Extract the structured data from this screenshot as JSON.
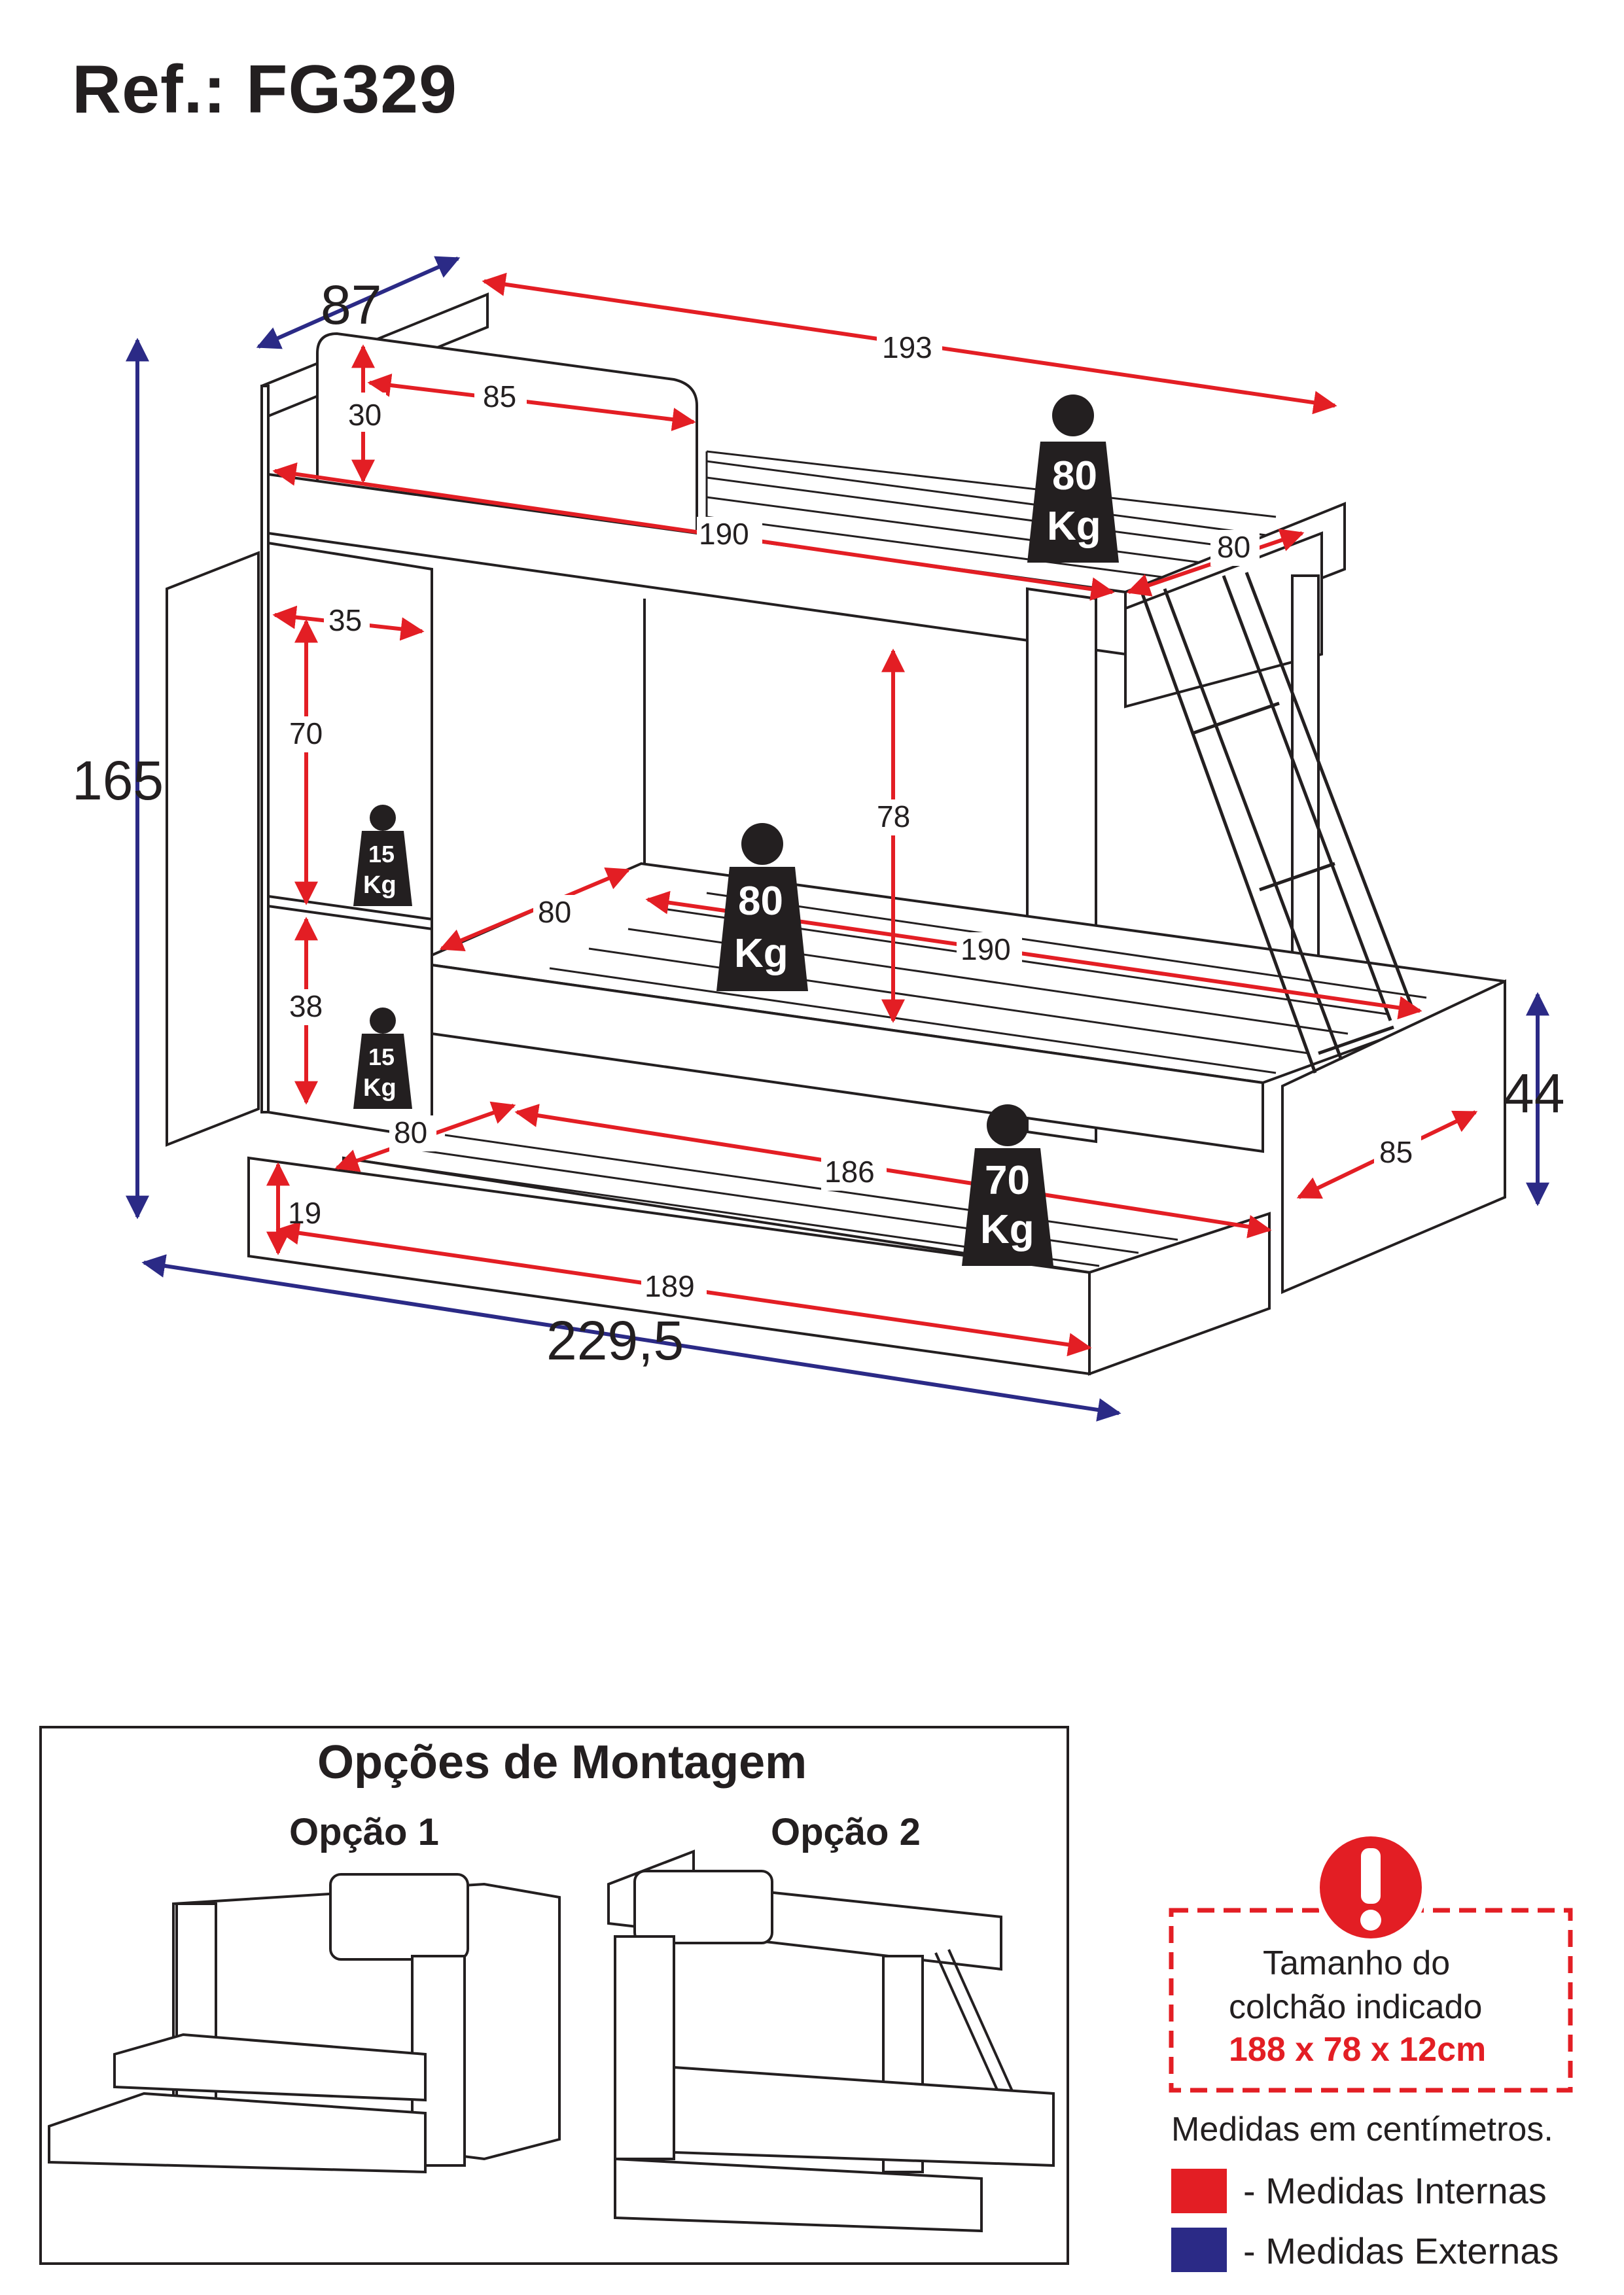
{
  "ref_label": "Ref.: FG329",
  "external_dimensions": {
    "width_total": "229,5",
    "height_total": "165",
    "depth": "87",
    "trundle_height": "44"
  },
  "internal_dimensions": {
    "top_bed_length": "193",
    "top_rail_length": "85",
    "top_rail_height": "30",
    "top_mattress_length": "190",
    "top_mattress_width": "80",
    "shelf_width": "35",
    "shelf_upper_height": "70",
    "shelf_lower_height": "38",
    "lower_clearance": "78",
    "lower_bed_width": "80",
    "lower_bed_length": "190",
    "trundle_width": "80",
    "trundle_length": "186",
    "trundle_depth": "85",
    "trundle_side": "19",
    "trundle_outer_length": "189"
  },
  "weights": {
    "top_bed": {
      "value": "80",
      "unit": "Kg"
    },
    "lower_bed": {
      "value": "80",
      "unit": "Kg"
    },
    "trundle": {
      "value": "70",
      "unit": "Kg"
    },
    "shelf_upper": {
      "value": "15",
      "unit": "Kg"
    },
    "shelf_lower": {
      "value": "15",
      "unit": "Kg"
    }
  },
  "assembly": {
    "title": "Opções de Montagem",
    "option1": "Opção 1",
    "option2": "Opção 2"
  },
  "mattress_notice": {
    "line1": "Tamanho do",
    "line2": "colchão indicado",
    "size": "188 x 78 x 12cm"
  },
  "legend": {
    "note": "Medidas em centímetros.",
    "internal": "- Medidas Internas",
    "external": "- Medidas Externas"
  },
  "colors": {
    "internal": "#e31e24",
    "external": "#2b2a86",
    "line": "#231f20"
  }
}
